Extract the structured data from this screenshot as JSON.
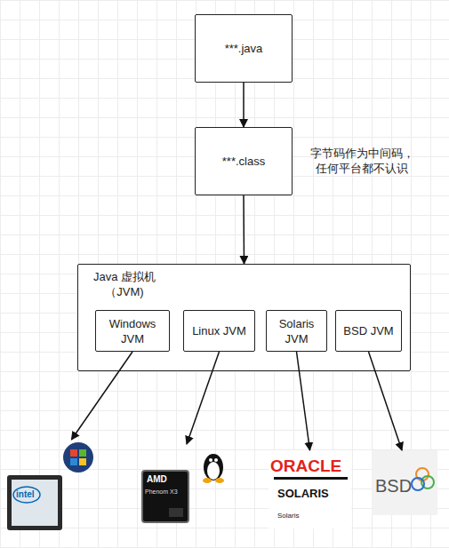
{
  "diagram": {
    "nodes": [
      {
        "text": [
          "***.java"
        ]
      },
      {
        "text": [
          "***.class"
        ]
      },
      {
        "text": [
          "Java 虚拟机 （JVM)"
        ]
      },
      {
        "text": [
          "Windows JVM"
        ],
        "in": 2
      },
      {
        "text": [
          "Linux JVM"
        ],
        "in": 2
      },
      {
        "text": [
          "Solaris JVM"
        ],
        "in": 2
      },
      {
        "text": [
          "BSD JVM"
        ],
        "in": 2
      },
      {
        "text": [
          "intel"
        ]
      },
      {
        "text": [
          "AMD",
          "Phenom X3"
        ]
      },
      {
        "text": [
          "ORACLE",
          "SOLARIS",
          "Solaris"
        ]
      },
      {
        "text": [
          "BSD"
        ]
      }
    ],
    "edges": [
      {
        "from": 0,
        "to": 1,
        "arrow": "to"
      },
      {
        "from": 1,
        "to": 2,
        "arrow": "to"
      },
      {
        "from": 3,
        "to": 7,
        "arrow": "to"
      },
      {
        "from": 4,
        "to": 8,
        "arrow": "to"
      },
      {
        "from": 5,
        "to": 9,
        "arrow": "to"
      },
      {
        "from": 6,
        "to": 10,
        "arrow": "to"
      }
    ],
    "labels": [
      "字节码作为中间码， 任何平台都不认识"
    ]
  }
}
